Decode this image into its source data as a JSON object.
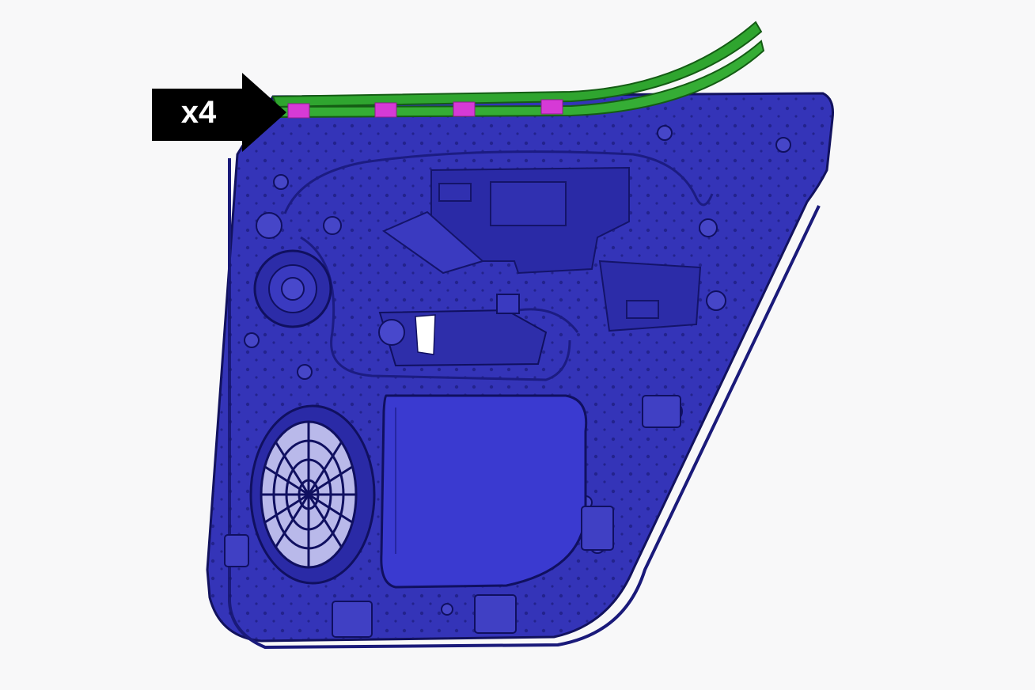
{
  "callout": {
    "quantity_label": "x4"
  },
  "colors": {
    "background": "#f8f8f9",
    "door_panel": "#3434b8",
    "door_panel_dark": "#1a1a7a",
    "trim_strip": "#2fa52f",
    "clip_markers": "#d63ad6",
    "callout_arrow": "#000000",
    "callout_text": "#ffffff"
  },
  "diagram": {
    "subject": "rear-door-inner-panel",
    "highlighted_part": "belt-line-trim-strip",
    "clip_count": 4
  }
}
